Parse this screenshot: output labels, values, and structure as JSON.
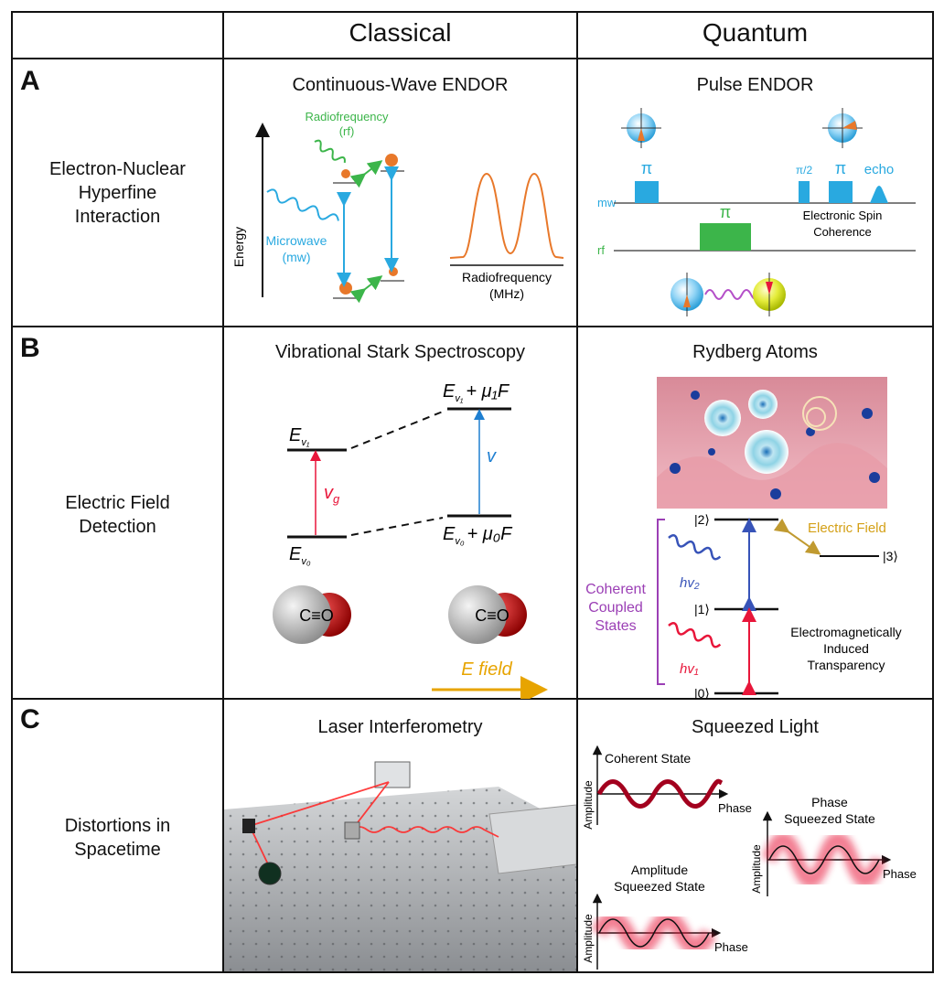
{
  "columns": {
    "classical": "Classical",
    "quantum": "Quantum"
  },
  "rows": [
    {
      "letter": "A",
      "label_lines": [
        "Electron-Nuclear",
        "Hyperfine",
        "Interaction"
      ],
      "classical_title": "Continuous-Wave ENDOR",
      "quantum_title": "Pulse ENDOR"
    },
    {
      "letter": "B",
      "label_lines": [
        "Electric Field",
        "Detection"
      ],
      "classical_title": "Vibrational Stark Spectroscopy",
      "quantum_title": "Rydberg Atoms"
    },
    {
      "letter": "C",
      "label_lines": [
        "Distortions in",
        "Spacetime"
      ],
      "classical_title": "Laser Interferometry",
      "quantum_title": "Squeezed Light"
    }
  ],
  "endor_cw": {
    "energy_label": "Energy",
    "rf_label": [
      "Radiofrequency",
      "(rf)"
    ],
    "mw_label": [
      "Microwave",
      "(mw)"
    ],
    "spectrum_axis": [
      "Radiofrequency",
      "(MHz)"
    ]
  },
  "endor_pulse": {
    "pi": "π",
    "half_pi": "π/2",
    "echo": "echo",
    "mw": "mw",
    "rf": "rf",
    "coherence": [
      "Electronic Spin",
      "Coherence"
    ]
  },
  "stark": {
    "ev1": "E",
    "ev1_sub": "v₁",
    "ev0": "E",
    "ev0_sub": "v₀",
    "vg": "v",
    "vg_sub": "g",
    "v": "v",
    "ev1_shift": "+ μ₁F",
    "ev0_shift": "+ μ₀F",
    "molecule": "C≡O",
    "field": "E field"
  },
  "rydberg": {
    "ket2": "|2⟩",
    "ket1": "|1⟩",
    "ket0": "|0⟩",
    "ket3": "|3⟩",
    "electric_field": "Electric Field",
    "hv2": "hv₂",
    "hv1": "hv₁",
    "coherent": [
      "Coherent",
      "Coupled",
      "States"
    ],
    "eit": [
      "Electromagnetically",
      "Induced",
      "Transparency"
    ]
  },
  "squeezed": {
    "amplitude": "Amplitude",
    "phase": "Phase",
    "coherent_state": "Coherent State",
    "phase_squeezed": [
      "Phase",
      "Squeezed State"
    ],
    "amplitude_squeezed": [
      "Amplitude",
      "Squeezed State"
    ]
  },
  "colors": {
    "rf_green": "#3cb54a",
    "mw_blue": "#29a9e0",
    "orange": "#e8782a",
    "red": "#e8163a",
    "purple": "#9b3fb5",
    "gold": "#d4a017",
    "wine": "#a3001e"
  }
}
